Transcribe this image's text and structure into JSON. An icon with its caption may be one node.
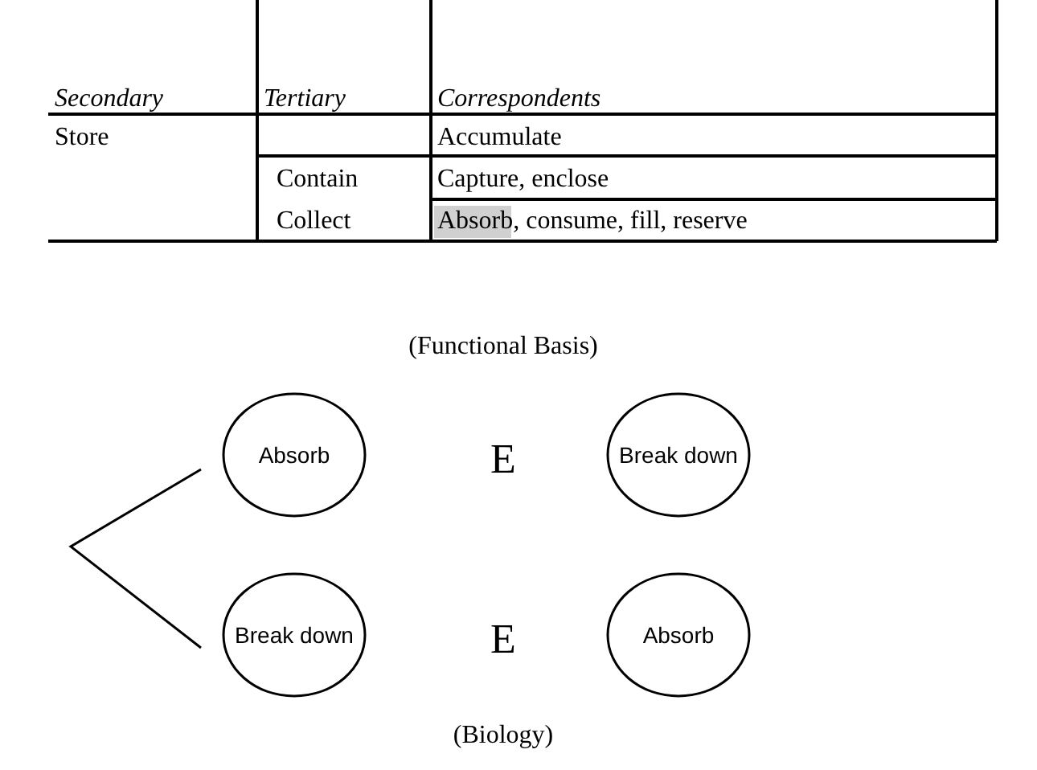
{
  "diagram": {
    "nodes": [
      {
        "text": [
          "Absorb"
        ]
      },
      {
        "text": [
          "Break down"
        ]
      },
      {
        "text": [
          "Break down"
        ]
      },
      {
        "text": [
          "Absorb"
        ]
      }
    ],
    "edges": [],
    "labels": [
      "Secondary",
      "Tertiary",
      "Correspondents",
      "Store",
      "Accumulate",
      "Contain",
      "Capture, enclose",
      "Collect",
      "Absorb, consume, fill, reserve",
      "(Functional Basis)",
      "E",
      "E",
      "(Biology)"
    ]
  }
}
